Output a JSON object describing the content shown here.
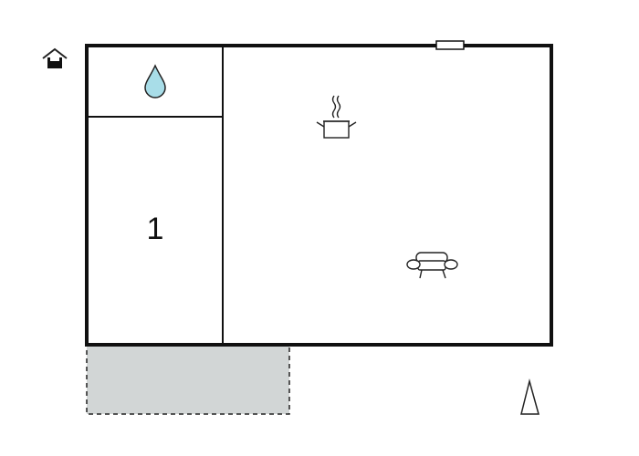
{
  "floor_plan": {
    "rooms": [
      {
        "id": "bathroom",
        "icon": "water-drop-icon",
        "label": ""
      },
      {
        "id": "bedroom",
        "icon": "",
        "label": "1"
      },
      {
        "id": "living-kitchen",
        "icons": [
          "cooking-pot-icon",
          "sofa-icon"
        ],
        "label": ""
      }
    ],
    "terrace": {
      "style": "dashed",
      "fill": "#d2d6d6"
    },
    "entrance_icon": "house-entrance-icon",
    "window_icon": "window-icon",
    "north_arrow_icon": "north-arrow-icon"
  },
  "colors": {
    "walls": "#111111",
    "water": "#a8dde8",
    "terrace": "#d2d6d6"
  }
}
